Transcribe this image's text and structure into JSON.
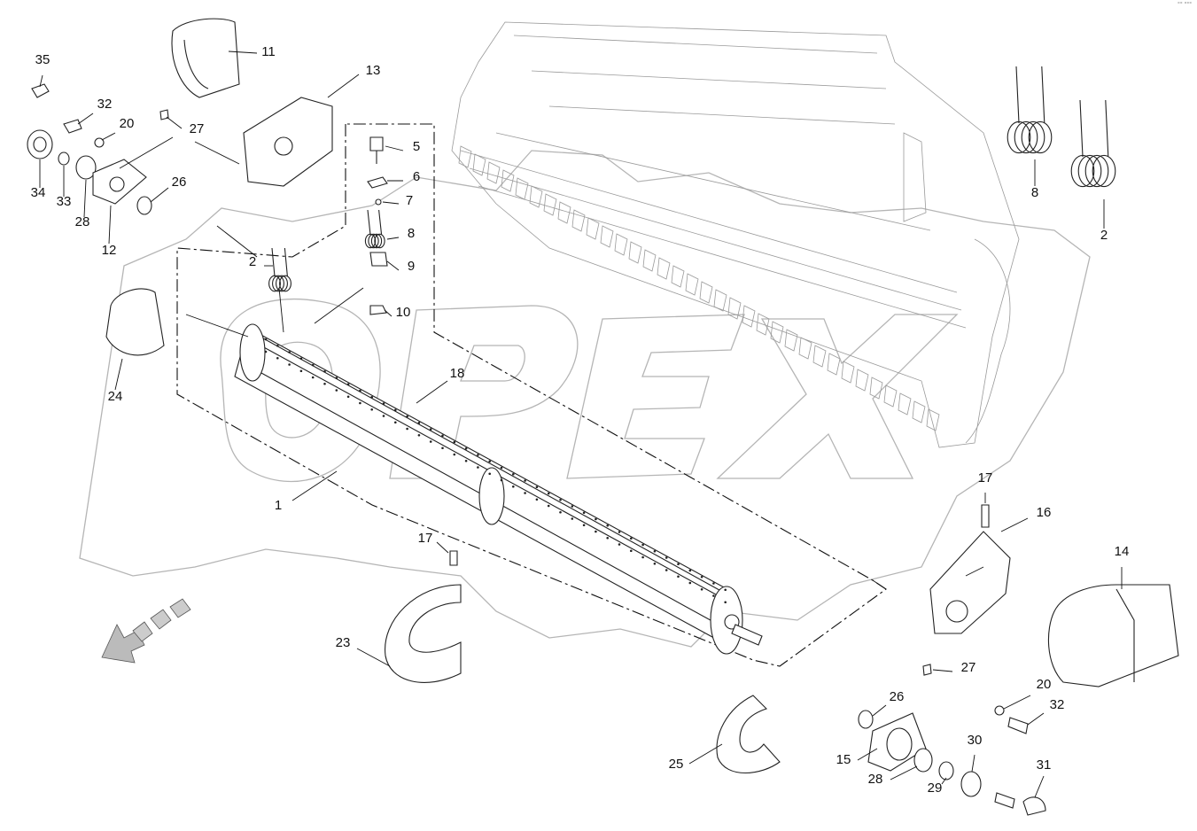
{
  "watermark": {
    "text": "OPEX"
  },
  "corner_mark": "°° °°°",
  "callouts": [
    {
      "id": "35",
      "label": "35"
    },
    {
      "id": "32a",
      "label": "32"
    },
    {
      "id": "20a",
      "label": "20"
    },
    {
      "id": "27a",
      "label": "27"
    },
    {
      "id": "26a",
      "label": "26"
    },
    {
      "id": "34",
      "label": "34"
    },
    {
      "id": "33",
      "label": "33"
    },
    {
      "id": "28a",
      "label": "28"
    },
    {
      "id": "12",
      "label": "12"
    },
    {
      "id": "11",
      "label": "11"
    },
    {
      "id": "13",
      "label": "13"
    },
    {
      "id": "5",
      "label": "5"
    },
    {
      "id": "6",
      "label": "6"
    },
    {
      "id": "7",
      "label": "7"
    },
    {
      "id": "8a",
      "label": "8"
    },
    {
      "id": "9",
      "label": "9"
    },
    {
      "id": "10",
      "label": "10"
    },
    {
      "id": "2a",
      "label": "2"
    },
    {
      "id": "8b",
      "label": "8"
    },
    {
      "id": "2b",
      "label": "2"
    },
    {
      "id": "24",
      "label": "24"
    },
    {
      "id": "18",
      "label": "18"
    },
    {
      "id": "1",
      "label": "1"
    },
    {
      "id": "17a",
      "label": "17"
    },
    {
      "id": "16",
      "label": "16"
    },
    {
      "id": "14",
      "label": "14"
    },
    {
      "id": "17b",
      "label": "17"
    },
    {
      "id": "23",
      "label": "23"
    },
    {
      "id": "27b",
      "label": "27"
    },
    {
      "id": "20b",
      "label": "20"
    },
    {
      "id": "32b",
      "label": "32"
    },
    {
      "id": "26b",
      "label": "26"
    },
    {
      "id": "15",
      "label": "15"
    },
    {
      "id": "28b",
      "label": "28"
    },
    {
      "id": "29",
      "label": "29"
    },
    {
      "id": "30",
      "label": "30"
    },
    {
      "id": "31",
      "label": "31"
    },
    {
      "id": "25",
      "label": "25"
    }
  ]
}
